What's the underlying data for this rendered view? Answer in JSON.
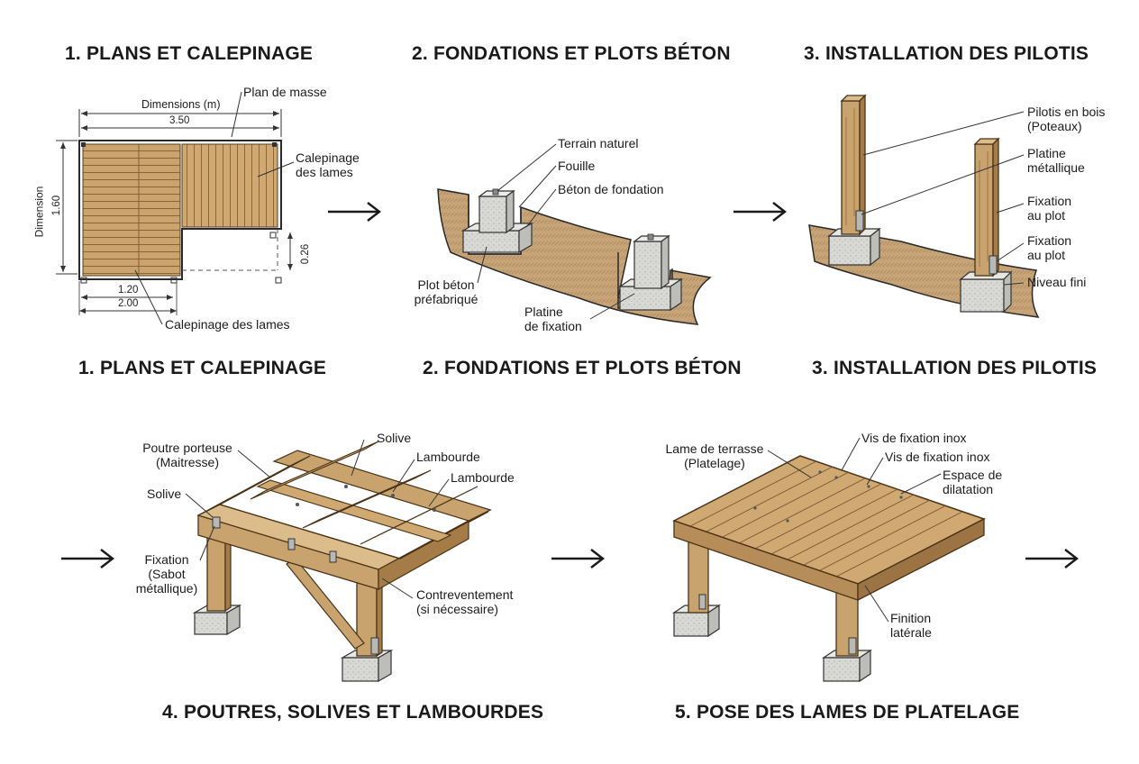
{
  "steps": [
    {
      "top_title": "1. PLANS ET CALEPINAGE",
      "bottom_title": "1. PLANS ET CALEPINAGE"
    },
    {
      "top_title": "2. FONDATIONS ET PLOTS BÉTON",
      "bottom_title": "2. FONDATIONS ET PLOTS BÉTON"
    },
    {
      "top_title": "3. INSTALLATION DES PILOTIS",
      "bottom_title": "3. INSTALLATION DES PILOTIS"
    },
    {
      "bottom_title": "4. POUTRES, SOLIVES ET LAMBOURDES"
    },
    {
      "bottom_title": "5. POSE DES LAMES DE PLATELAGE"
    }
  ],
  "plan": {
    "dims_title": "Dimensions (m)",
    "width_total": "3.50",
    "height_label": "Dimension",
    "height_value": "1.60",
    "step_value": "0.26",
    "width_part": "1.20",
    "width_bottom": "2.00",
    "labels": {
      "plan_masse": "Plan de masse",
      "calepinage_right_1": "Calepinage",
      "calepinage_right_2": "des lames",
      "calepinage_bottom": "Calepinage des lames"
    }
  },
  "foundations": {
    "labels": {
      "terrain": "Terrain naturel",
      "fouille": "Fouille",
      "beton": "Béton de fondation",
      "plot_1": "Plot béton",
      "plot_2": "préfabriqué",
      "platine_1": "Platine",
      "platine_2": "de fixation"
    }
  },
  "pilotis": {
    "labels": {
      "pilotis_1": "Pilotis en bois",
      "pilotis_2": "(Poteaux)",
      "platine_1": "Platine",
      "platine_2": "métallique",
      "fixation_a_1": "Fixation",
      "fixation_a_2": "au plot",
      "fixation_b_1": "Fixation",
      "fixation_b_2": "au plot",
      "niveau": "Niveau fini"
    }
  },
  "frame": {
    "labels": {
      "poutre_1": "Poutre porteuse",
      "poutre_2": "(Maitresse)",
      "solive_top": "Solive",
      "lambourde_1": "Lambourde",
      "lambourde_2": "Lambourde",
      "solive_left": "Solive",
      "fixation_1": "Fixation",
      "fixation_2": "(Sabot",
      "fixation_3": "métallique)",
      "contrevent_1": "Contreventement",
      "contrevent_2": "(si nécessaire)"
    }
  },
  "decking": {
    "labels": {
      "lame_1": "Lame de terrasse",
      "lame_2": "(Platelage)",
      "vis_1": "Vis de fixation inox",
      "vis_2": "Vis de fixation inox",
      "espace_1": "Espace de",
      "espace_2": "dilatation",
      "finition_1": "Finition",
      "finition_2": "latérale"
    }
  },
  "colors": {
    "wood": "#c9a36e",
    "wood_dark": "#a57c48",
    "wood_line": "#6b4a24",
    "soil": "#c8a77a",
    "concrete": "#d9d9d6",
    "ink": "#1a1a1a"
  },
  "icons": [
    "arrow-right-icon"
  ]
}
